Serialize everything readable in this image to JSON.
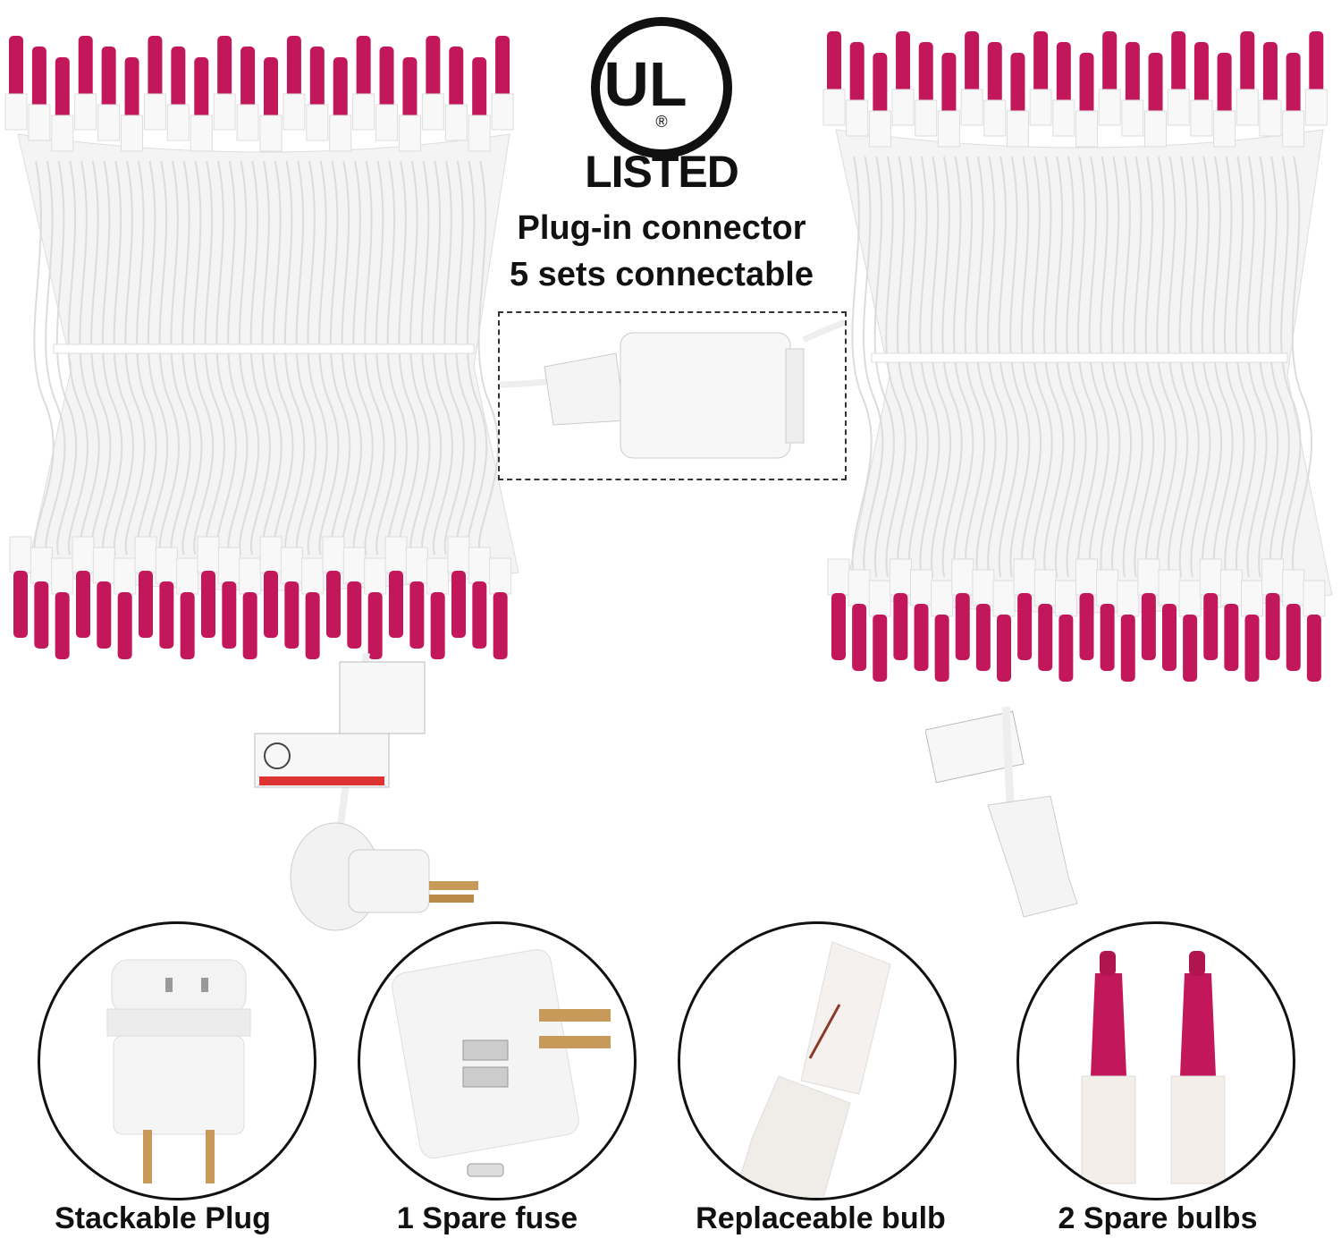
{
  "certification": {
    "logo_letters": "UL",
    "logo_mark": "®",
    "listed": "LISTED"
  },
  "headline": {
    "line1": "Plug-in connector",
    "line2": "5 sets connectable"
  },
  "details": [
    {
      "caption": "Stackable Plug"
    },
    {
      "caption": "1 Spare fuse"
    },
    {
      "caption": "Replaceable bulb"
    },
    {
      "caption": "2 Spare bulbs"
    }
  ],
  "colors": {
    "bulb": "#c2185b",
    "bulb_highlight": "#e91e63",
    "wire": "#f4f4f4",
    "text": "#111111"
  }
}
